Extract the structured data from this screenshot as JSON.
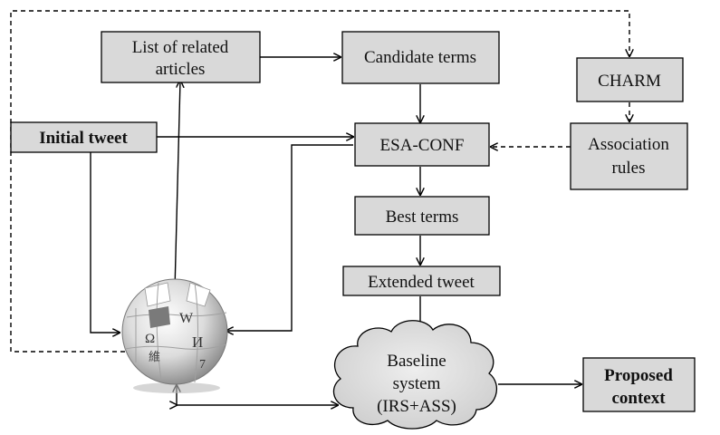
{
  "diagram": {
    "nodes": {
      "related_articles": {
        "lines": [
          "List of related",
          "articles"
        ]
      },
      "candidate_terms": {
        "lines": [
          "Candidate terms"
        ]
      },
      "charm": {
        "lines": [
          "CHARM"
        ]
      },
      "initial_tweet": {
        "lines": [
          "Initial tweet"
        ]
      },
      "esa_conf": {
        "lines": [
          "ESA-CONF"
        ]
      },
      "association_rules": {
        "lines": [
          "Association",
          "rules"
        ]
      },
      "best_terms": {
        "lines": [
          "Best terms"
        ]
      },
      "extended_tweet": {
        "lines": [
          "Extended tweet"
        ]
      },
      "baseline_system": {
        "lines": [
          "Baseline",
          "system",
          "(IRS+ASS)"
        ]
      },
      "proposed_context": {
        "lines": [
          "Proposed",
          "context"
        ]
      }
    },
    "wikipedia_logo": {
      "icon": "wikipedia-globe-icon"
    },
    "colors": {
      "box_fill": "#d9d9d9",
      "stroke": "#000000"
    }
  }
}
